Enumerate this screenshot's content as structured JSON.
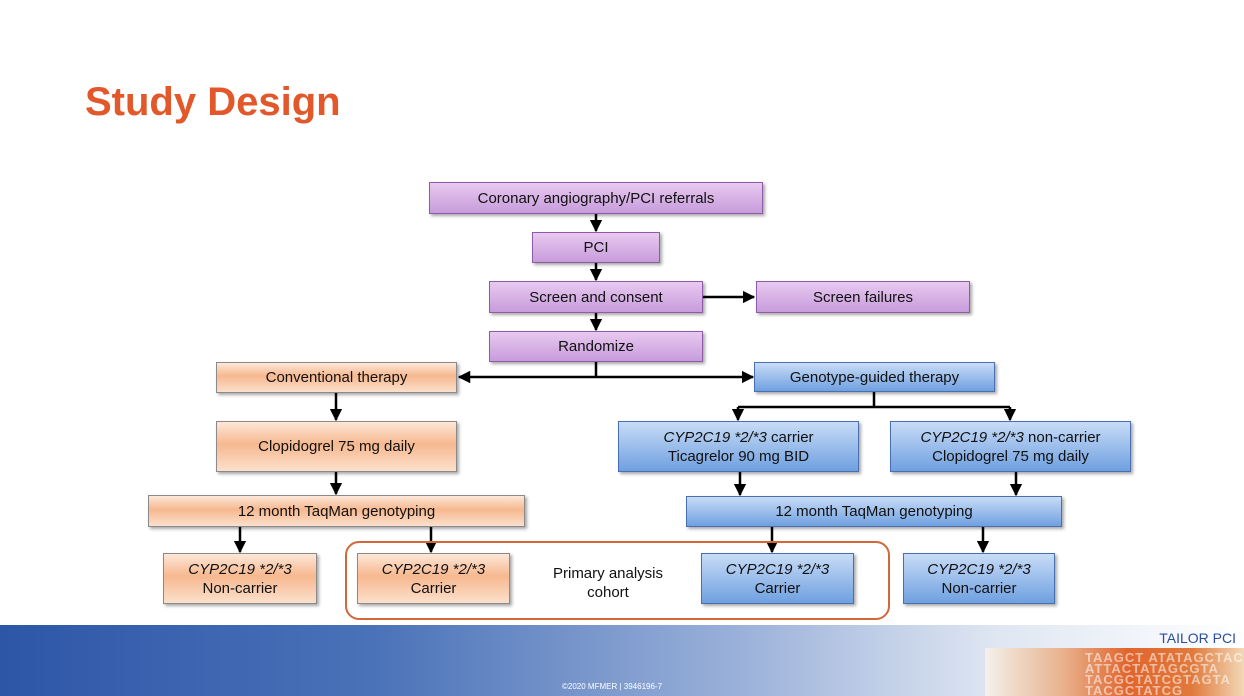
{
  "slide": {
    "title": "Study Design",
    "copyright": "©2020 MFMER  |  3946196-7",
    "brand": "TAILOR PCI",
    "dna_text": [
      "TAAGCT ATATAGCTAC",
      "ATTACTATAGCGTA",
      "TACGCTATCGTAGTA",
      "TACGCTATCG"
    ]
  },
  "flow": {
    "referrals": "Coronary angiography/PCI referrals",
    "pci": "PCI",
    "screen": "Screen and consent",
    "screen_fail": "Screen failures",
    "randomize": "Randomize",
    "conventional": {
      "arm": "Conventional therapy",
      "drug": "Clopidogrel 75 mg daily",
      "genotyping": "12 month TaqMan genotyping",
      "noncarrier_gene": "CYP2C19 *2/*3",
      "noncarrier_label": "Non-carrier",
      "carrier_gene": "CYP2C19 *2/*3",
      "carrier_label": "Carrier"
    },
    "genotype": {
      "arm": "Genotype-guided therapy",
      "carrier_gene": "CYP2C19 *2/*3",
      "carrier_word": " carrier",
      "carrier_drug": "Ticagrelor 90 mg BID",
      "noncarrier_gene": "CYP2C19 *2/*3",
      "noncarrier_word": " non-carrier",
      "noncarrier_drug": "Clopidogrel 75 mg daily",
      "genotyping": "12 month TaqMan genotyping",
      "result_carrier_gene": "CYP2C19 *2/*3",
      "result_carrier_label": "Carrier",
      "result_noncarrier_gene": "CYP2C19 *2/*3",
      "result_noncarrier_label": "Non-carrier"
    },
    "cohort_label": "Primary analysis cohort"
  }
}
